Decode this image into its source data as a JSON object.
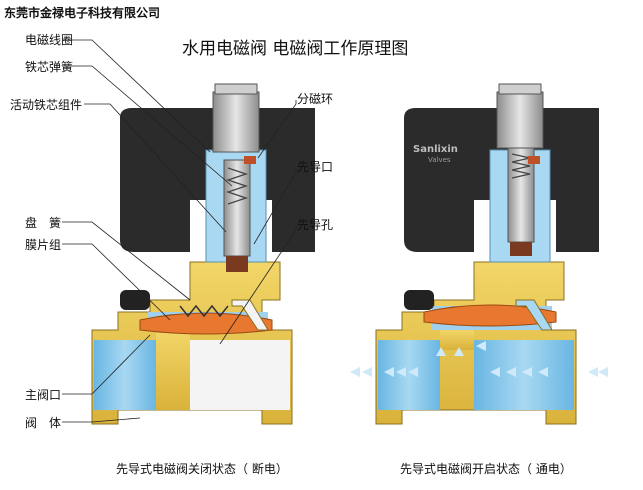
{
  "company": "东莞市金禄电子科技有限公司",
  "title": "水用电磁阀 电磁阀工作原理图",
  "labels_left": {
    "coil": "电磁线圈",
    "core_spring": "铁芯弹簧",
    "moving_core": "活动铁芯组件",
    "disc_spring": "盘　簧",
    "diaphragm": "膜片组",
    "main_port": "主阀口",
    "valve_body": "阀　体"
  },
  "labels_right": {
    "shading_ring": "分磁环",
    "pilot_port": "先导口",
    "pilot_hole": "先导孔"
  },
  "brand": {
    "name": "Sanlixin",
    "sub": "Valves"
  },
  "captions": {
    "closed": "先导式电磁阀关闭状态（ 断电）",
    "open": "先导式电磁阀开启状态（ 通电）"
  },
  "colors": {
    "coil": "#2b2b2b",
    "body": "#e8c84a",
    "water": "#7ec3e8",
    "diaphragm": "#e87830",
    "core": "#b0b0b0"
  }
}
